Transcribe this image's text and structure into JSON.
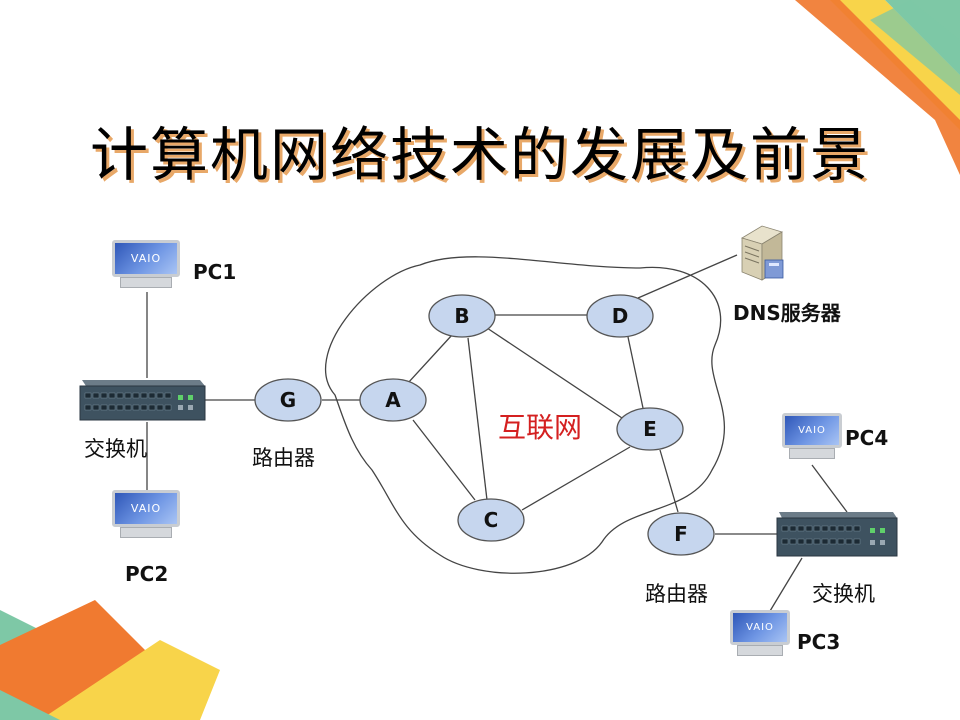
{
  "title": "计算机网络技术的发展及前景",
  "cloud_label": "互联网",
  "nodes": {
    "A": "A",
    "B": "B",
    "C": "C",
    "D": "D",
    "E": "E",
    "F": "F",
    "G": "G"
  },
  "devices": {
    "pc1": "PC1",
    "pc2": "PC2",
    "pc3": "PC3",
    "pc4": "PC4",
    "dns": "DNS服务器",
    "switch_left": "交换机",
    "switch_right": "交换机",
    "router_left": "路由器",
    "router_right": "路由器"
  },
  "monitor_brand": "VAIO",
  "colors": {
    "node_fill": "#c6d6ee",
    "node_stroke": "#555555",
    "cloud_label": "#d42020",
    "title_shadow": "#e8a868",
    "deco_orange": "#f07a30",
    "deco_yellow": "#f8d44a",
    "deco_green": "#7ec8a6"
  }
}
